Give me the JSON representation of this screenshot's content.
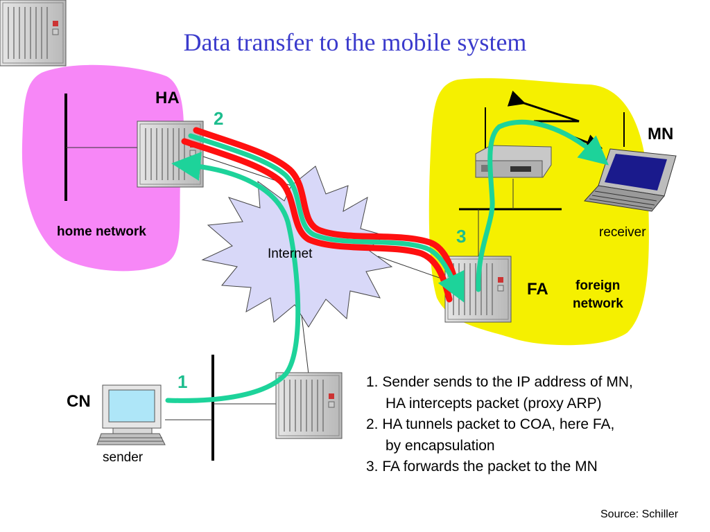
{
  "title": "Data transfer to the mobile system",
  "labels": {
    "ha": "HA",
    "mn": "MN",
    "fa": "FA",
    "cn": "CN",
    "home_network": "home network",
    "foreign_network_line1": "foreign",
    "foreign_network_line2": "network",
    "internet": "Internet",
    "receiver": "receiver",
    "sender": "sender"
  },
  "step_numbers": {
    "one": "1",
    "two": "2",
    "three": "3"
  },
  "steps": [
    {
      "line1": "1. Sender sends to the IP address of MN,",
      "line2": "HA intercepts packet (proxy ARP)"
    },
    {
      "line1": "2. HA tunnels packet to COA, here FA,",
      "line2": "by encapsulation"
    },
    {
      "line1": "3. FA forwards the packet to the MN",
      "line2": ""
    }
  ],
  "source": "Source: Schiller",
  "colors": {
    "title": "#3b3bcc",
    "home_network": "#f787f7",
    "foreign_network": "#f5f000",
    "internet_cloud": "#d8d8f8",
    "tunnel": "#ff1010",
    "path": "#1dd39a",
    "step_numbers": "#1dbd8e"
  },
  "icons": [
    "router-rack-icon",
    "laptop-icon",
    "desktop-computer-icon",
    "access-point-icon",
    "wireless-link-icon"
  ]
}
